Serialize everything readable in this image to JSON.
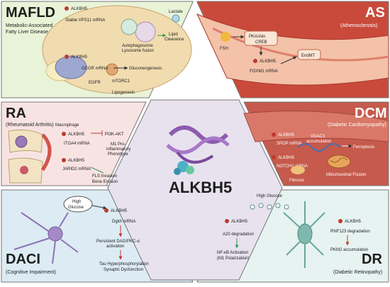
{
  "center": {
    "title": "ALKBH5"
  },
  "mafld": {
    "abbr": "MAFLD",
    "full_line1": "Metabolic-Associated",
    "full_line2": "Fatty Liver Disease",
    "alkbh5_a": "ALKBH5",
    "stable_mrna": "Stable VPS11 mRNA",
    "autophagosome_1": "Autophagosome",
    "autophagosome_2": "Lysosome fusion",
    "lactate": "Lactate",
    "lipid_1": "Lipid",
    "lipid_2": "Clearance",
    "alkbh5_b": "ALKBH5",
    "gcgr": "GCGR mRNA",
    "gluconeogenesis": "Gluconeogenesis",
    "egfr": "EGFR",
    "mtorc1": "mTORC1",
    "lipogenesis": "Lipogenesis"
  },
  "as": {
    "abbr": "AS",
    "full": "(Atherosclerosis)",
    "fsh": "FSH",
    "pka_1": "PKA/Akt-",
    "pka_2": "CREB",
    "alkbh5": "ALKBH5",
    "foxm1": "FOXM1 mRNA",
    "endmt": "EndMT"
  },
  "ra": {
    "abbr": "RA",
    "full": "(Rheumatoid Arthritis)",
    "macrophage": "Macrophage",
    "alkbh5_a": "ALKBH5",
    "itga4": "ITGA4 mRNA",
    "pi3k": "PI3K-AKT",
    "m1_1": "M1 Pro-",
    "m1_2": "inflammatory",
    "m1_3": "Phenotype",
    "alkbh5_b": "ALKBH5",
    "jarid2": "JARID2 mRNA",
    "fls_1": "FLS Invasion",
    "fls_2": "Bone Erosion"
  },
  "dcm": {
    "abbr": "DCM",
    "full": "(Diabetic Cardiomyopathy)",
    "alkbh5_a": "ALKBH5",
    "spop": "SPOP mRNA",
    "vdac3_1": "VDAC3",
    "vdac3_2": "accumulation",
    "ferroptosis": "Ferroptosis",
    "alkbh5_b": "ALKBH5",
    "notch1": "NOTCH1 mRNA",
    "fibrosis": "Fibrosis",
    "mito": "Mitochondrial Fission"
  },
  "daci": {
    "abbr": "DACI",
    "full": "(Cognitive Impairment)",
    "hg_1": "High",
    "hg_2": "Glucose",
    "alkbh5": "ALKBH5",
    "dgkh": "Dgkh mRNA",
    "dag_1": "Persistent DAG/PKC-α",
    "dag_2": "activation",
    "tau_1": "Tau Hyperphosphorylation",
    "tau_2": "Synaptic Dysfunction"
  },
  "dr": {
    "abbr": "DR",
    "full": "(Diabetic Retinopathy)",
    "hg": "High Glucose",
    "alkbh5_a": "ALKBH5",
    "a20": "A20 degradation",
    "nfkb_1": "NF-κB Activation",
    "nfkb_2": "(M1 Polarization)",
    "alkbh5_b": "ALKBH5",
    "rnf123": "RNF123 degradation",
    "pkm2": "PKM2 accumulation"
  },
  "colors": {
    "mafld_bg": "#e9f3d8",
    "as_bg": "#c94a3b",
    "ra_bg": "#f8e3e3",
    "dcm_bg": "#c65a4c",
    "daci_bg": "#dcebf4",
    "dr_bg": "#e6f3f0",
    "center_bg": "#e7e2ee",
    "accent_red": "#c0392b",
    "ribbon": "#8e5bb0"
  }
}
